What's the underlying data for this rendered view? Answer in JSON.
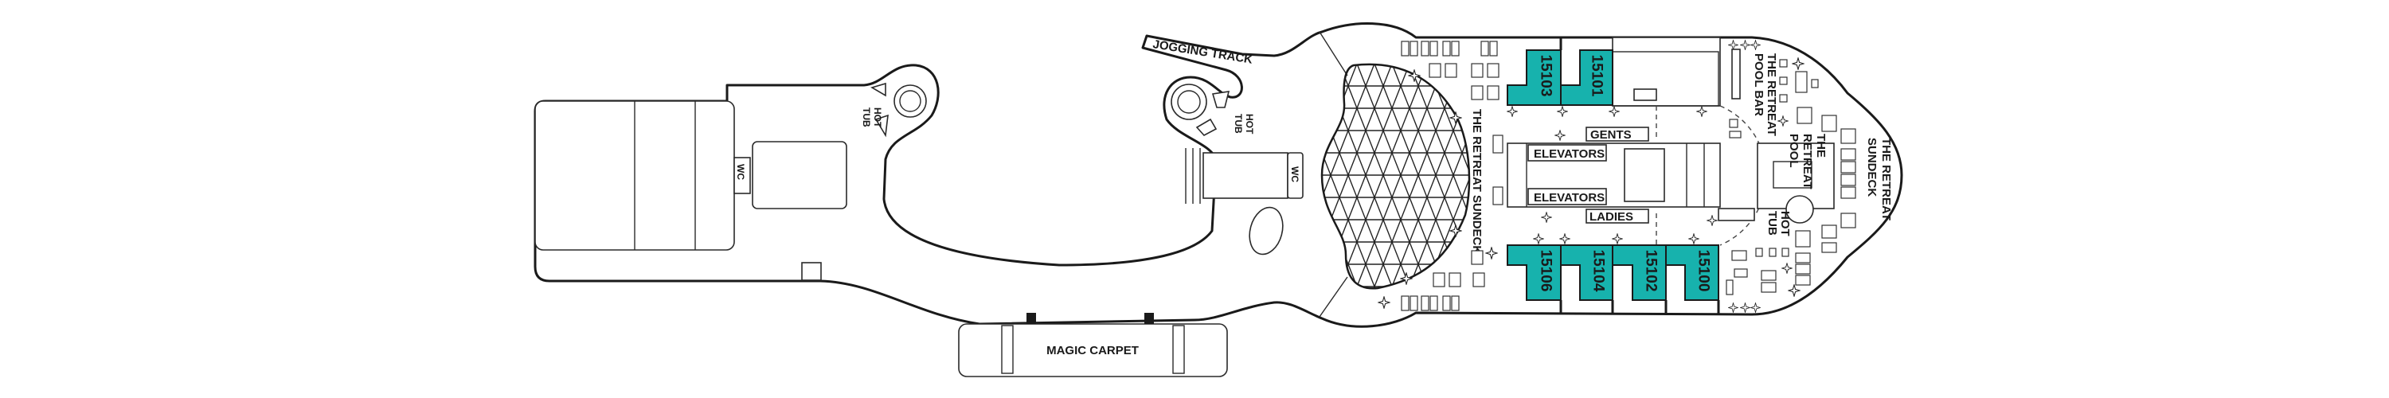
{
  "colors": {
    "cabin": "#17b2ad",
    "line": "#1a1a1a",
    "background": "#ffffff"
  },
  "labels": {
    "jogging_track": "JOGGING TRACK",
    "hot_tub_aft": [
      "HOT",
      "TUB"
    ],
    "hot_tub_mid": [
      "HOT",
      "TUB"
    ],
    "hot_tub_retreat": [
      "HOT",
      "TUB"
    ],
    "wc_aft": "WC",
    "wc_mid": "WC",
    "magic_carpet": "MAGIC CARPET",
    "retreat_sundeck_mid": "THE RETREAT SUNDECK",
    "retreat_sundeck_fwd": [
      "THE RETREAT",
      "SUNDECK"
    ],
    "retreat_pool_bar": [
      "THE RETREAT",
      "POOL BAR"
    ],
    "retreat_pool": [
      "THE",
      "RETREAT",
      "POOL"
    ],
    "gents": "GENTS",
    "ladies": "LADIES",
    "elevators_upper": "ELEVATORS",
    "elevators_lower": "ELEVATORS"
  },
  "cabins": {
    "upper": [
      "15103",
      "15101"
    ],
    "lower": [
      "15106",
      "15104",
      "15102",
      "15100"
    ]
  }
}
